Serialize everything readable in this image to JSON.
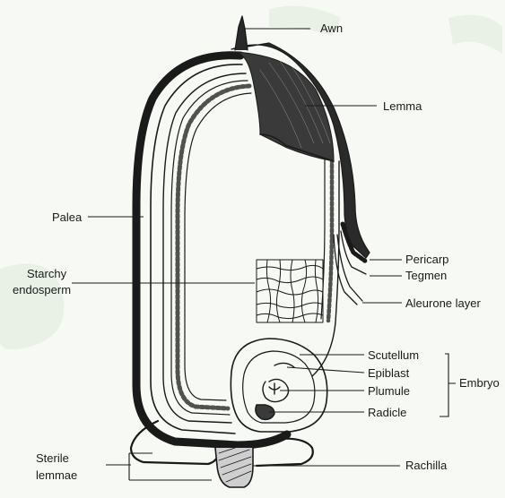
{
  "diagram": {
    "labels": {
      "awn": "Awn",
      "lemma": "Lemma",
      "palea": "Palea",
      "starchy_endosperm_line1": "Starchy",
      "starchy_endosperm_line2": "endosperm",
      "pericarp": "Pericarp",
      "tegmen": "Tegmen",
      "aleurone_layer": "Aleurone layer",
      "scutellum": "Scutellum",
      "epiblast": "Epiblast",
      "plumule": "Plumule",
      "radicle": "Radicle",
      "embryo": "Embryo",
      "sterile_lemmae_line1": "Sterile",
      "sterile_lemmae_line2": "lemmae",
      "rachilla": "Rachilla"
    },
    "colors": {
      "ink": "#1a1a1a",
      "paper": "#f7faf4",
      "watermark": "#e7f0e3"
    }
  }
}
